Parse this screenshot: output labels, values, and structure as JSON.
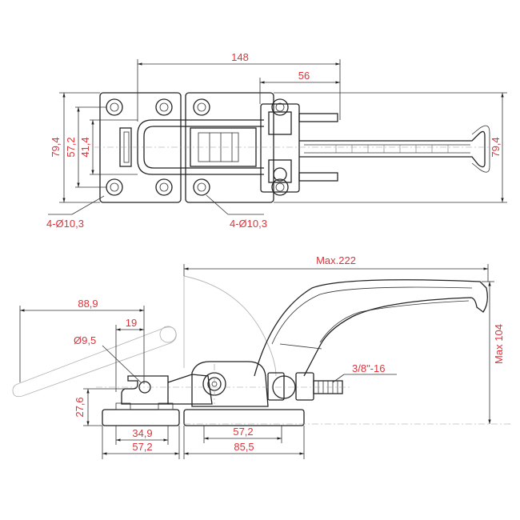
{
  "top_view": {
    "overall_length": "148",
    "handle_offset": "56",
    "height_left": "79,4",
    "height_right": "79,4",
    "hole_pitch": "57,2",
    "inner_width": "41,4",
    "holes_left": "4-Ø10,3",
    "holes_right": "4-Ø10,3"
  },
  "side_view": {
    "max_length": "Max.222",
    "max_height": "Max 104",
    "retract": "88,9",
    "plunger_offset": "19",
    "pin_dia": "Ø9,5",
    "thread": "3/8\"-16",
    "base_height": "27,6",
    "left_base_inner": "34,9",
    "left_base_outer": "57,2",
    "right_base_inner": "57,2",
    "right_base_outer": "85,5"
  }
}
